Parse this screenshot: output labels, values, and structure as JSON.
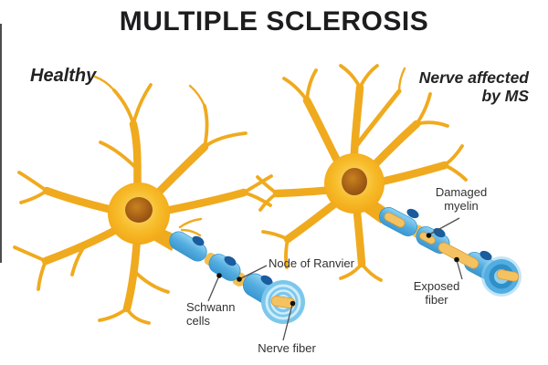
{
  "title": "MULTIPLE SCLEROSIS",
  "left_panel": {
    "heading": "Healthy"
  },
  "right_panel": {
    "heading": "Nerve affected\nby MS"
  },
  "labels": {
    "schwann_cells": "Schwann\ncells",
    "node_of_ranvier": "Node of Ranvier",
    "nerve_fiber": "Nerve fiber",
    "damaged_myelin": "Damaged\nmyelin",
    "exposed_fiber": "Exposed\nfiber"
  },
  "colors": {
    "background": "#ffffff",
    "edge_line": "#2e2e2e",
    "title_text": "#1d1d1f",
    "heading_text": "#232323",
    "label_text": "#323232",
    "leader_line": "#4f4f4f",
    "anchor_dot": "#101010",
    "dendrite_gold": "#f0aa1e",
    "soma_glow": "#fcdf7d",
    "soma_mid": "#f7bc2a",
    "soma_edge": "#f1a414",
    "nucleus_light": "#c9821f",
    "nucleus_mid": "#a05a14",
    "nucleus_dark": "#8a4d10",
    "myelin_top": "#8ed2f2",
    "myelin_main": "#54ade0",
    "myelin_bottom": "#3b97d0",
    "myelin_deep": "#2e8fc9",
    "myelin_light": "#8fd0f0",
    "ring_light": "#cdedfa",
    "cross_face": "#7cc7ec",
    "schwann_nucleus_navy": "#1a5c9e",
    "node_yellow": "#f2bf50",
    "fiber_yellow": "#f4c261",
    "fiber_edge": "#d89a35"
  }
}
